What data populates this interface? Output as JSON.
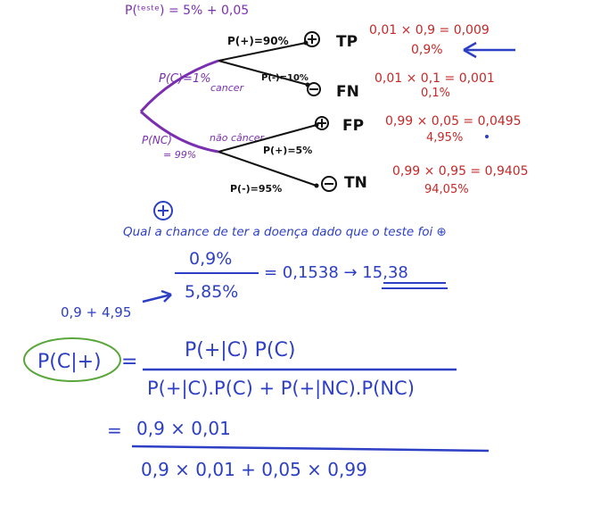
{
  "top_note": "P(ᵗᵉˢᵗᵉ) = 5% + 0,05",
  "tree": {
    "root_branches": [
      {
        "prob": "P(C)=1%",
        "label": "cancer"
      },
      {
        "prob": "P(NC)",
        "prob2": "= 99%",
        "label": "não câncer"
      }
    ],
    "leaf_branches": [
      {
        "prob": "P(+)=90%",
        "outcome": "TP",
        "calc": "0,01 × 0,9 = 0,009",
        "result": "0,9%"
      },
      {
        "prob": "P(-)=10%",
        "outcome": "FN",
        "calc": "0,01 × 0,1 = 0,001",
        "result": "0,1%"
      },
      {
        "prob": "",
        "outcome": "FP",
        "calc": "0,99 × 0,05 = 0,0495",
        "result": "4,95%"
      },
      {
        "prob": "P(+)=5%",
        "outcome": "",
        "calc": "",
        "result": ""
      },
      {
        "prob": "P(-)=95%",
        "outcome": "TN",
        "calc": "0,99 × 0,95 = 0,9405",
        "result": "94,05%"
      }
    ]
  },
  "question": {
    "circled": "+",
    "text": "Qual a chance de ter a doença dado que o teste foi ⊕"
  },
  "fraction": {
    "numerator": "0,9%",
    "denominator": "5,85%",
    "result": "= 0,1538 → 15,38",
    "side_sum": "0,9 + 4,95"
  },
  "bayes": {
    "lhs": "P(C|+)",
    "equals": "=",
    "numerator": "P(+|C) P(C)",
    "denominator": "P(+|C).P(C) + P(+|NC).P(NC)",
    "second_equals": "=",
    "num2": "0,9 × 0,01",
    "den2": "0,9 × 0,01 + 0,05 × 0,99"
  },
  "colors": {
    "purple": "#7a2fb0",
    "black": "#111111",
    "red": "#c62828",
    "blue": "#2d3fc4",
    "green": "#59a63a"
  }
}
